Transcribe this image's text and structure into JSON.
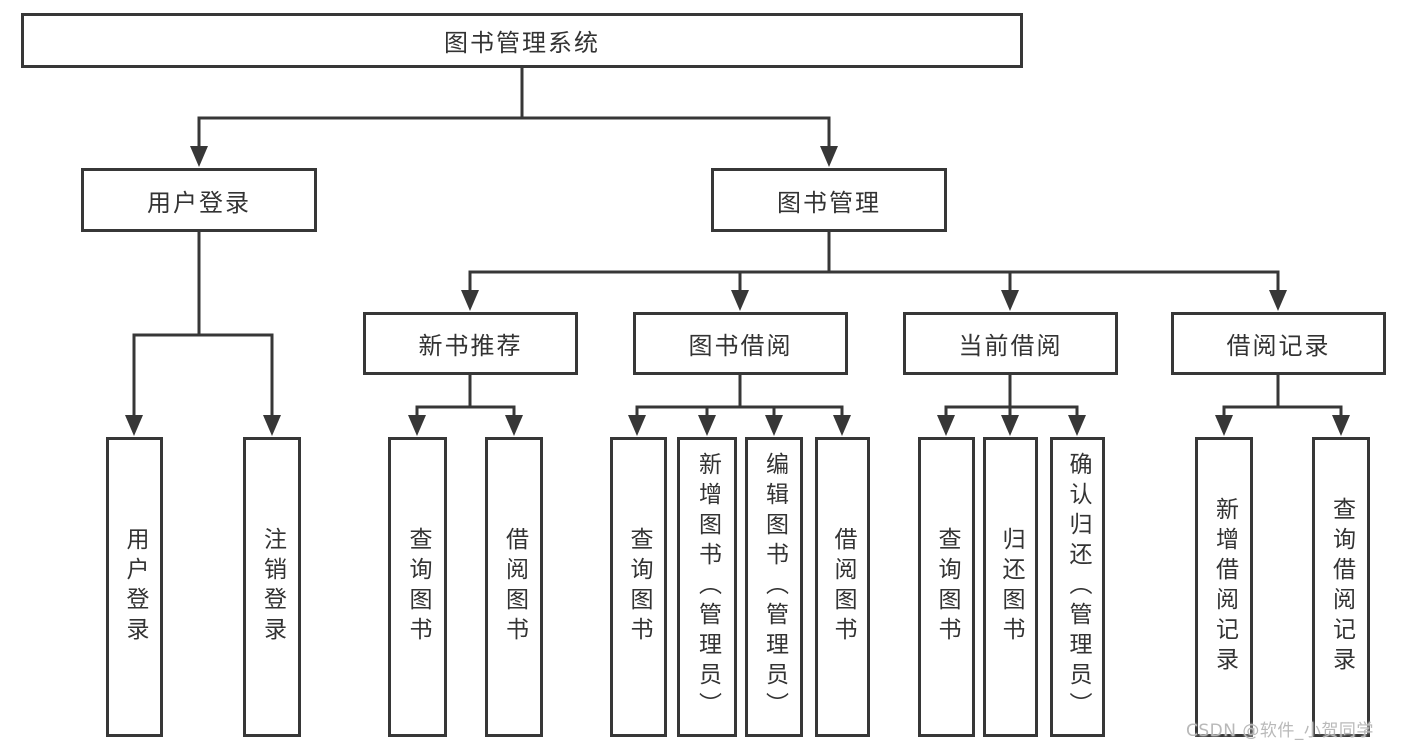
{
  "diagram": {
    "title": "图书管理系统",
    "nodes": {
      "root": "图书管理系统",
      "user_login": "用户登录",
      "book_management": "图书管理",
      "new_book_recommend": "新书推荐",
      "book_borrow": "图书借阅",
      "current_borrow": "当前借阅",
      "borrow_records": "借阅记录",
      "leaf_user_login": "用户登录",
      "leaf_logout": "注销登录",
      "leaf_query_books_1": "查询图书",
      "leaf_borrow_books_1": "借阅图书",
      "leaf_query_books_2": "查询图书",
      "leaf_add_book_admin": "新增图书（管理员）",
      "leaf_edit_book_admin": "编辑图书（管理员）",
      "leaf_borrow_books_2": "借阅图书",
      "leaf_query_books_3": "查询图书",
      "leaf_return_books": "归还图书",
      "leaf_confirm_return_admin": "确认归还（管理员）",
      "leaf_add_borrow_record": "新增借阅记录",
      "leaf_query_borrow_record": "查询借阅记录"
    },
    "hierarchy": [
      {
        "parent": "图书管理系统",
        "children": [
          "用户登录",
          "图书管理"
        ]
      },
      {
        "parent": "用户登录",
        "children": [
          "用户登录",
          "注销登录"
        ]
      },
      {
        "parent": "图书管理",
        "children": [
          "新书推荐",
          "图书借阅",
          "当前借阅",
          "借阅记录"
        ]
      },
      {
        "parent": "新书推荐",
        "children": [
          "查询图书",
          "借阅图书"
        ]
      },
      {
        "parent": "图书借阅",
        "children": [
          "查询图书",
          "新增图书（管理员）",
          "编辑图书（管理员）",
          "借阅图书"
        ]
      },
      {
        "parent": "当前借阅",
        "children": [
          "查询图书",
          "归还图书",
          "确认归还（管理员）"
        ]
      },
      {
        "parent": "借阅记录",
        "children": [
          "新增借阅记录",
          "查询借阅记录"
        ]
      }
    ]
  },
  "watermark": {
    "text": "CSDN @软件_小贺同学"
  },
  "colors": {
    "line": "#373737",
    "box_border": "#373737",
    "box_fill": "#ffffff",
    "text": "#333333",
    "watermark": "#b9b9b9",
    "background": "#ffffff"
  }
}
